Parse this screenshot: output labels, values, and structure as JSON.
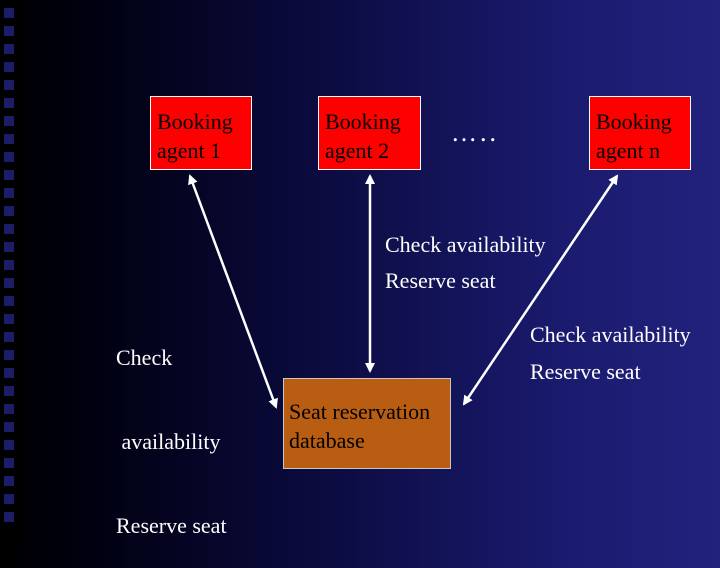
{
  "agents": [
    {
      "line1": "Booking",
      "line2": "agent 1"
    },
    {
      "line1": "Booking",
      "line2": "agent 2"
    },
    {
      "line1": "Booking",
      "line2": "agent n"
    }
  ],
  "ellipsis": "…..",
  "database": {
    "line1": "Seat reservation",
    "line2": "database"
  },
  "labels": {
    "left": {
      "line1": "Check",
      "line2": " availability",
      "line3": "Reserve seat"
    },
    "middle": {
      "line1": "Check availability",
      "line2": "Reserve seat"
    },
    "right": {
      "line1": "Check availability",
      "line2": "Reserve seat"
    }
  },
  "colors": {
    "agent_box": "#ff0000",
    "database_box": "#b85d12",
    "arrow": "#ffffff",
    "text_light": "#ffffff"
  }
}
